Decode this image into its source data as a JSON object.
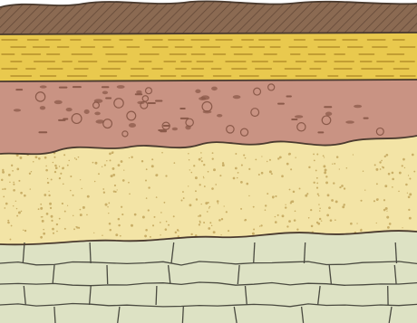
{
  "diagram": {
    "kind": "soil-profile-cross-section",
    "labels": [],
    "layers": [
      {
        "name": "topsoil-dark-humus",
        "pattern": "diagonal-hatch",
        "fill": "#8B6A52",
        "line": "#5A4030"
      },
      {
        "name": "yellow-clay",
        "pattern": "dashes",
        "fill": "#E9C94E",
        "line": "#B58F2A"
      },
      {
        "name": "brown-gravelly-loam",
        "pattern": "pebbles-and-dashes",
        "fill": "#C99383",
        "line": "#8B5A4A"
      },
      {
        "name": "sand",
        "pattern": "fine-dots",
        "fill": "#F3E4A6",
        "line": "#C9AE66"
      },
      {
        "name": "bedrock-limestone",
        "pattern": "blocks",
        "fill": "#DDE2C4",
        "line": "#4A4A40"
      }
    ],
    "colors": {
      "background": "#FFFFFF",
      "outline": "#4A3A2E"
    }
  }
}
